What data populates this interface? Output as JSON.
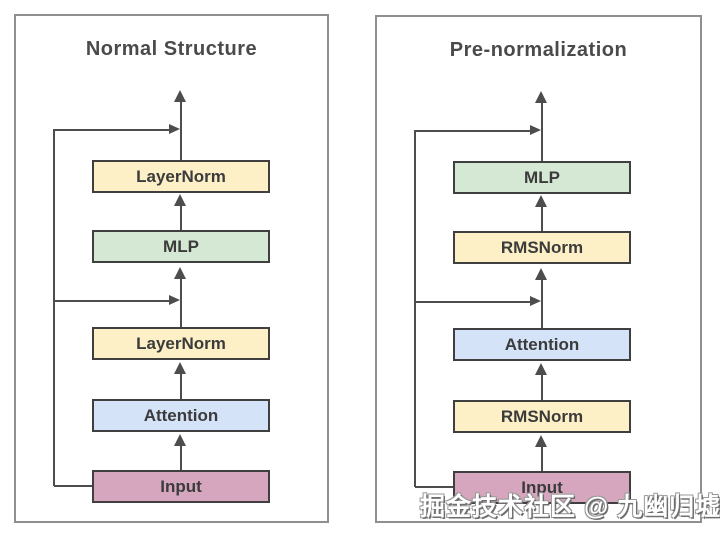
{
  "panels": [
    {
      "title": "Normal Structure",
      "boxes": [
        {
          "label": "LayerNorm",
          "color": "#fdf0c7"
        },
        {
          "label": "MLP",
          "color": "#d5e8d4"
        },
        {
          "label": "LayerNorm",
          "color": "#fdf0c7"
        },
        {
          "label": "Attention",
          "color": "#d4e3f7"
        },
        {
          "label": "Input",
          "color": "#d5a6bd"
        }
      ]
    },
    {
      "title": "Pre-normalization",
      "boxes": [
        {
          "label": "MLP",
          "color": "#d5e8d4"
        },
        {
          "label": "RMSNorm",
          "color": "#fdf0c7"
        },
        {
          "label": "Attention",
          "color": "#d4e3f7"
        },
        {
          "label": "RMSNorm",
          "color": "#fdf0c7"
        },
        {
          "label": "Input",
          "color": "#d5a6bd"
        }
      ]
    }
  ],
  "watermark": "掘金技术社区 @ 九幽归墟",
  "colors": {
    "box_yellow": "#fdf0c7",
    "box_green": "#d5e8d4",
    "box_blue": "#d4e3f7",
    "box_pink": "#d5a6bd",
    "box_border": "#3f3f3f",
    "box_text": "#3b3b3b",
    "line": "#4d4d4d",
    "panel_border": "#8f8f8f",
    "title_text": "#4a4a4a",
    "background": "#ffffff"
  }
}
